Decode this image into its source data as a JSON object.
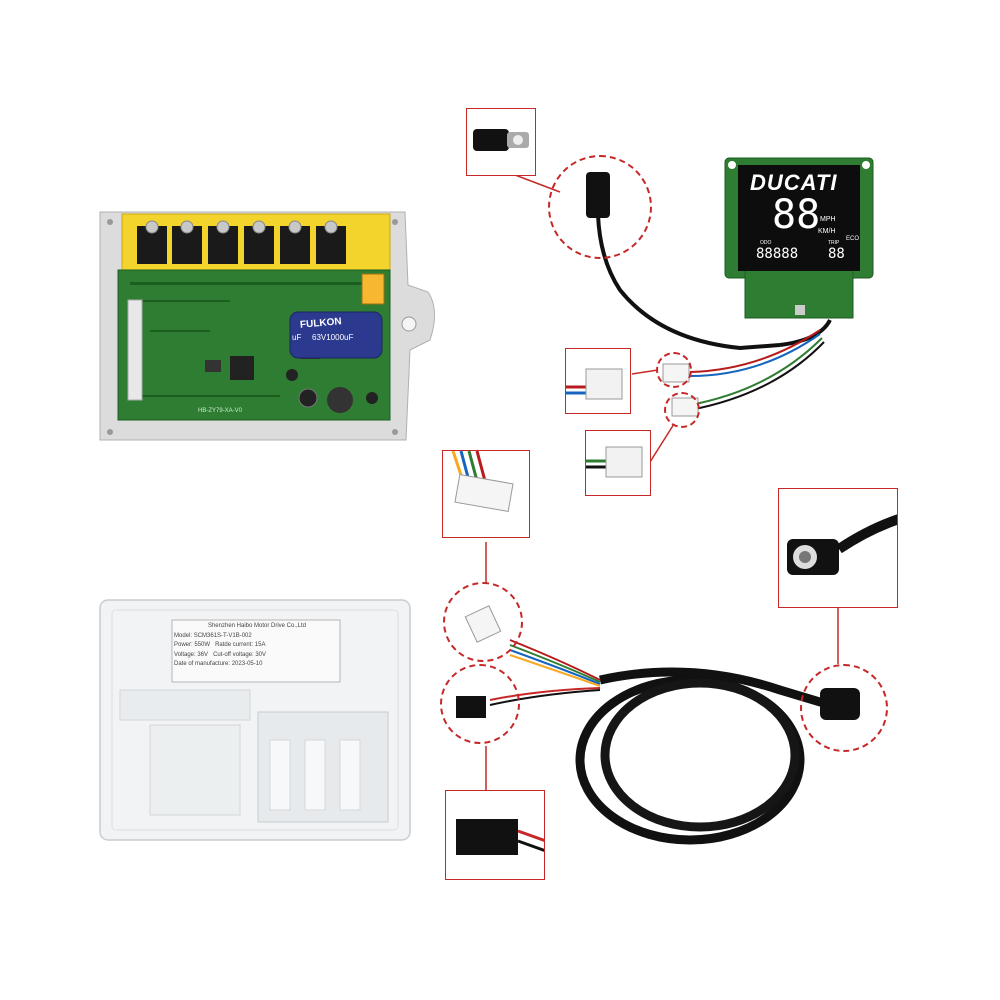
{
  "controller_board": {
    "silkscreen": "HB-ZY79-XA-V0",
    "capacitor_brand": "FULKON",
    "capacitor_rating": "63V1000uF",
    "capacitor_prefix": "uF"
  },
  "display": {
    "brand": "DUCATI",
    "speed_digits": "88",
    "unit_mph": "MPH",
    "unit_kmh": "KM/H",
    "odo_label": "ODO",
    "trip_label": "TRIP",
    "odo_digits": "88888",
    "trip_digits": "88",
    "eco_label": "ECO"
  },
  "cover_label": {
    "company": "Shenzhen Haibo Motor Drive Co.,Ltd",
    "model_label": "Model",
    "model_value": "SCM361S-T-V1B-002",
    "power_label": "Power",
    "power_value": "550W",
    "rated_current_label": "Ratde current",
    "rated_current_value": "15A",
    "voltage_label": "Voltage",
    "voltage_value": "36V",
    "cutoff_label": "Cut-off voltage",
    "cutoff_value": "30V",
    "date_label": "Date of manufacture",
    "date_value": "2023-05-10"
  },
  "colors": {
    "callout_red": "#c62828",
    "pcb_green": "#2e7d32",
    "heatsink_yellow": "#f2d42c",
    "cable_black": "#111111"
  }
}
